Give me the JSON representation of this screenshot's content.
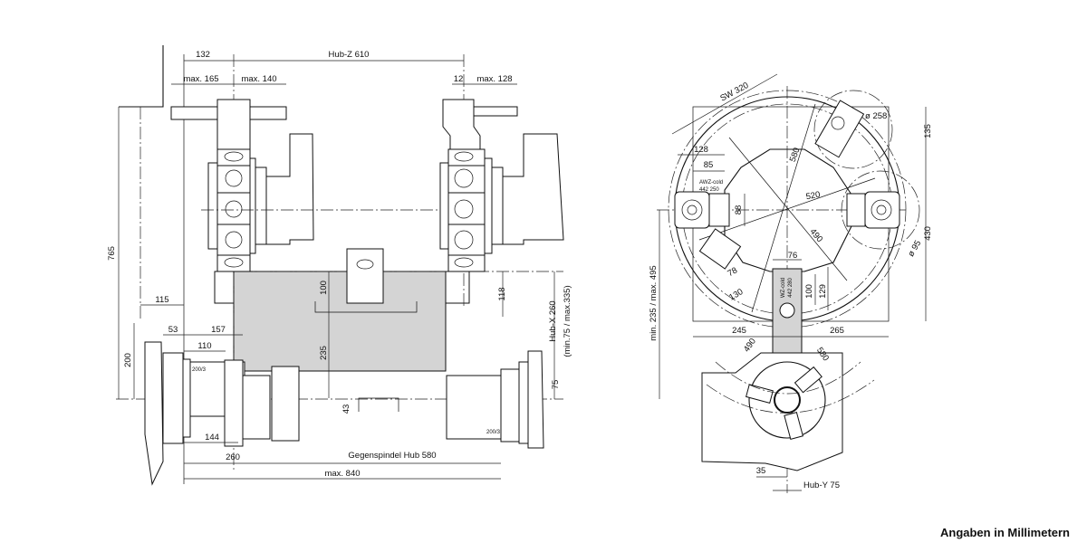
{
  "left_view": {
    "dim_132": "132",
    "hub_z": "Hub-Z 610",
    "max_165": "max. 165",
    "max_140": "max. 140",
    "dim_12": "12",
    "max_128": "max. 128",
    "dim_765": "765",
    "dim_115": "115",
    "dim_53": "53",
    "dim_157": "157",
    "dim_110": "110",
    "dim_200": "200",
    "chuck_left": "200/3",
    "chuck_right": "200/3",
    "dim_100": "100",
    "dim_235": "235",
    "dim_43": "43",
    "dim_118": "118",
    "hub_x": "Hub-X 260",
    "hub_x_range": "(min.75 / max.335)",
    "dim_75": "75",
    "dim_144": "144",
    "dim_260": "260",
    "gegenspindel": "Gegenspindel Hub 580",
    "max_840": "max. 840"
  },
  "right_view": {
    "sw_320": "SW 320",
    "dia_258": "ø 258",
    "dim_135": "135",
    "dim_128": "128",
    "dim_85": "85",
    "awz_cold": "AWZ-cold",
    "awz_num": "442 250",
    "dim_88": "88",
    "dim_520": "520",
    "dim_580": "580",
    "dim_490": "490",
    "dia_95": "ø 95",
    "dim_430": "430",
    "dim_76": "76",
    "dim_78": "78",
    "dim_130": "130",
    "dim_100": "100",
    "dim_129": "129",
    "wz_cold": "WZ-cold",
    "wz_num": "442 280",
    "dim_245": "245",
    "dim_265": "265",
    "min_max": "min. 235 / max. 495",
    "dim_490b": "490",
    "dim_580b": "580",
    "dim_35": "35",
    "hub_y": "Hub-Y 75"
  },
  "footer": {
    "units_note": "Angaben in Millimetern"
  }
}
